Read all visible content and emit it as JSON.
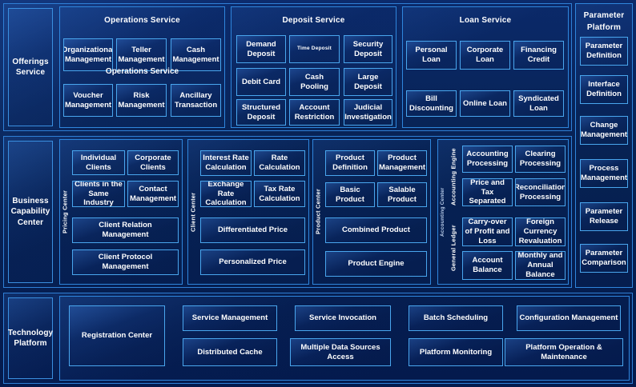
{
  "colors": {
    "background": "#041a4d",
    "panel_border": "#2f7fd6",
    "card_border": "#49a6ee",
    "text": "#ffffff",
    "dim_text": "#b9cdea"
  },
  "rows": [
    {
      "name": "offerings-service",
      "side_label": "Offerings\nService",
      "side_label_text": "Offerings Service",
      "groups": [
        {
          "title": "Operations Service",
          "duplicate_title": "Operations Service",
          "cards": [
            "Organizational Management",
            "Teller Management",
            "Cash Management",
            "Voucher Management",
            "Risk Management",
            "Ancillary Transaction"
          ]
        },
        {
          "title": "Deposit Service",
          "cards": [
            "Demand Deposit",
            "Time Deposit",
            "Security Deposit",
            "Debit Card",
            "Cash Pooling",
            "Large Deposit",
            "Structured Deposit",
            "Account Restriction",
            "Judicial Investigation"
          ]
        },
        {
          "title": "Loan Service",
          "cards": [
            "Personal Loan",
            "Corporate Loan",
            "Financing Credit",
            "Bill Discounting",
            "Online Loan",
            "Syndicated Loan"
          ]
        }
      ]
    },
    {
      "name": "business-capability-center",
      "side_label_text": "Business Capability Center",
      "groups": [
        {
          "vertical_label": "Pricing Center",
          "cards": [
            "Individual Clients",
            "Corporate Clients",
            "Clients in the Same Industry",
            "Contact Management",
            "Client Relation Management",
            "Client Protocol Management"
          ]
        },
        {
          "vertical_label": "Client Center",
          "cards": [
            "Interest Rate Calculation",
            "Rate Calculation",
            "Exchange Rate Calculation",
            "Tax Rate Calculation",
            "Differentiated Price",
            "Personalized Price"
          ]
        },
        {
          "vertical_label": "Product Center",
          "cards": [
            "Product Definition",
            "Product Management",
            "Basic Product",
            "Salable Product",
            "Combined Product",
            "Product Engine"
          ]
        },
        {
          "vertical_label": "Accounting Center",
          "sub_labels": [
            "Accounting Engine",
            "General Ledger"
          ],
          "cards": [
            "Accounting Processing",
            "Clearing Processing",
            "Price and Tax Separated",
            "Reconciliation Processing",
            "Carry-over of Profit and Loss",
            "Foreign Currency Revaluation",
            "Account Balance",
            "Monthly and Annual Balance"
          ]
        }
      ]
    },
    {
      "name": "technology-platform",
      "side_label_text": "Technology Platform",
      "groups": [
        {
          "cards": [
            "Registration Center",
            "Service Management",
            "Distributed Cache",
            "Service Invocation",
            "Multiple Data Sources Access",
            "Batch Scheduling",
            "Platform Monitoring",
            "Configuration Management",
            "Platform Operation & Maintenance"
          ]
        }
      ]
    }
  ],
  "parameter_platform": {
    "title": "Parameter Platform",
    "cards": [
      "Parameter Definition",
      "Interface Definition",
      "Change Management",
      "Process Management",
      "Parameter Release",
      "Parameter Comparison"
    ]
  }
}
